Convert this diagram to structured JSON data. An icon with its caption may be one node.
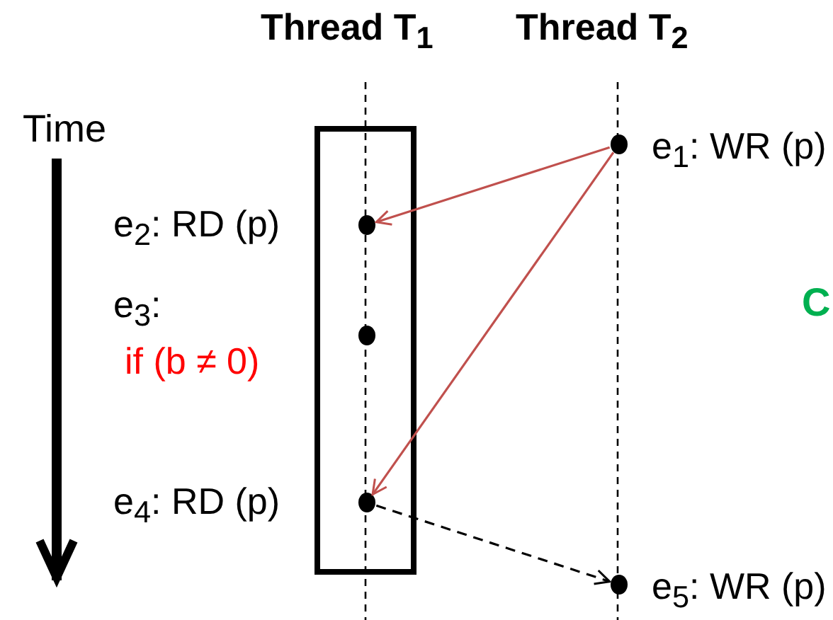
{
  "diagram": {
    "nodes": [
      {
        "text": [],
        "shape": "box"
      },
      {
        "text": [],
        "shape": "circle",
        "beside": [
          "e$_{1}$: WR (p)"
        ]
      },
      {
        "text": [],
        "shape": "circle",
        "in": 0,
        "beside": [
          "e$_{2}$: RD (p)"
        ]
      },
      {
        "text": [],
        "shape": "circle",
        "in": 0,
        "beside": [
          "e$_{3}$:",
          "if (b ≠ 0)"
        ]
      },
      {
        "text": [],
        "shape": "circle",
        "in": 0,
        "beside": [
          "e$_{4}$: RD (p)"
        ]
      },
      {
        "text": [],
        "shape": "circle",
        "beside": [
          "e$_{5}$: WR (p)"
        ]
      }
    ],
    "edges": [
      {
        "from": 1,
        "to": 2,
        "arrow": "to",
        "color": "#c0504d"
      },
      {
        "from": 1,
        "to": 4,
        "arrow": "to",
        "color": "#c0504d"
      },
      {
        "from": 4,
        "to": 5,
        "arrow": "to",
        "style": "dashed",
        "color": "#000000"
      }
    ],
    "labels": [
      "Thread T$_{1}$",
      "Thread T$_{2}$",
      "Time",
      "C"
    ]
  }
}
